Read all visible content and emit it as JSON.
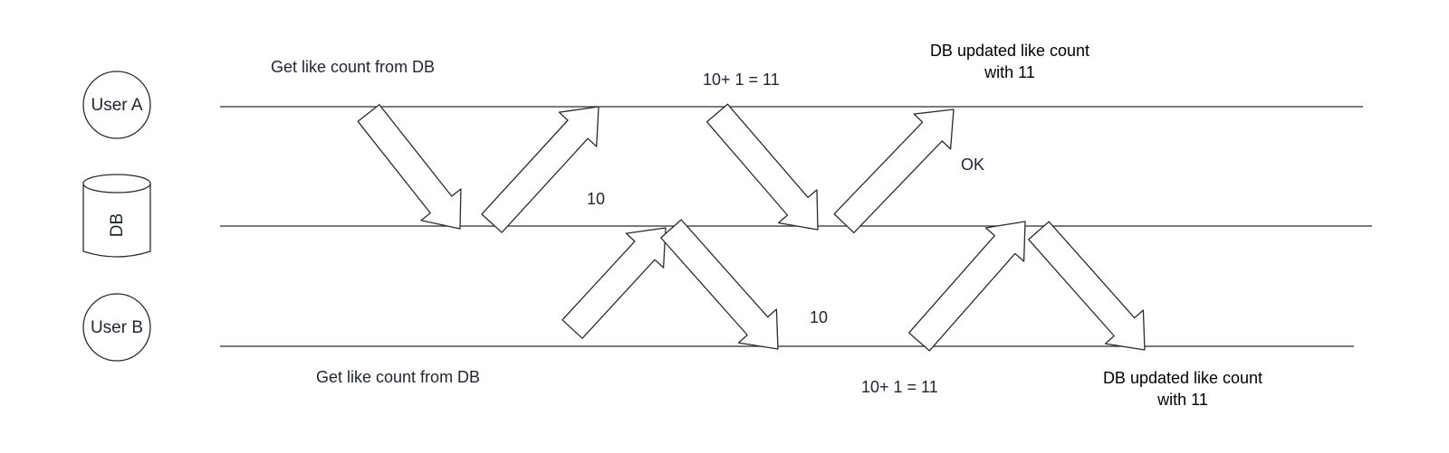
{
  "actors": {
    "user_a": "User A",
    "db": "DB",
    "user_b": "User B"
  },
  "notes": {
    "a_get_like_count": "Get like count from DB",
    "a_increment": "10+ 1 = 11",
    "a_db_updated_line1": "DB updated like count",
    "a_db_updated_line2": "with 11",
    "a_return_value": "10",
    "a_ok": "OK",
    "b_return_value": "10",
    "b_get_like_count": "Get like count from DB",
    "b_increment": "10+ 1 = 11",
    "b_db_updated_line1": "DB updated like count",
    "b_db_updated_line2": "with 11"
  },
  "colors": {
    "stroke": "#2b2b2b",
    "text": "#1f2430"
  }
}
